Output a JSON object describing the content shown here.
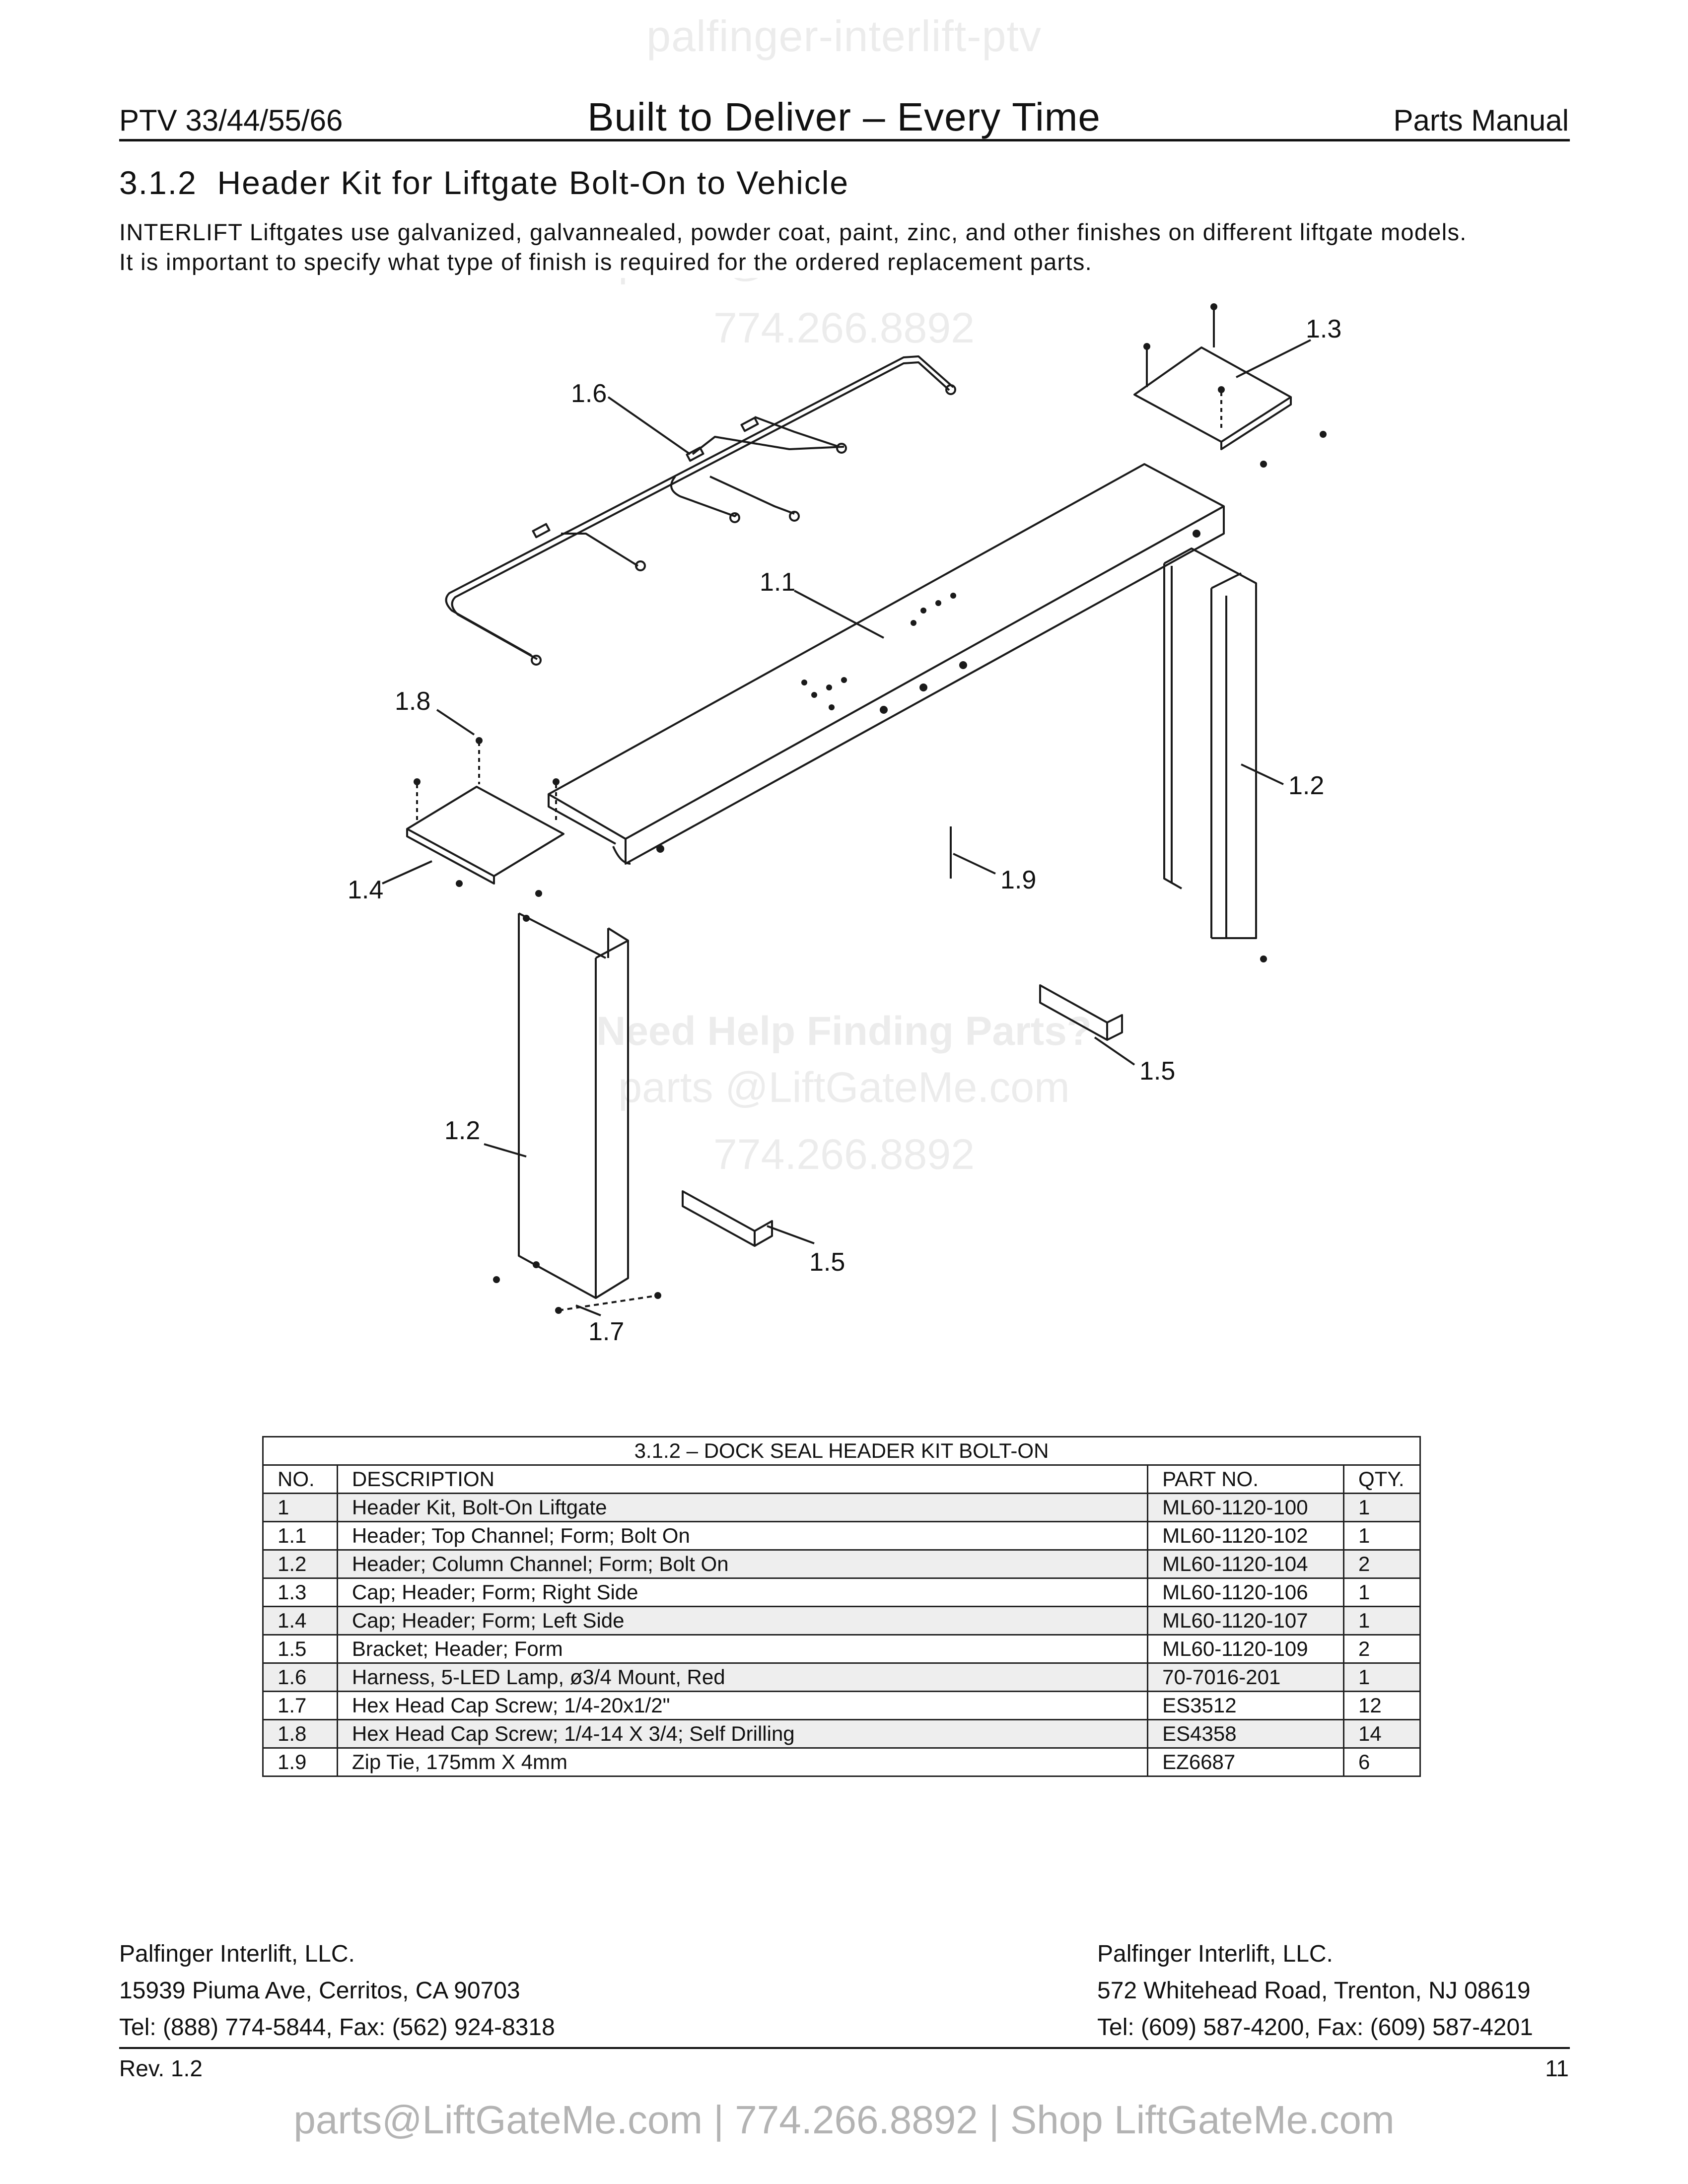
{
  "watermark": {
    "top_text": "palfinger-interlift-ptv",
    "help_line": "Need Help Finding Parts?",
    "email_line": "parts @LiftGateMe.com",
    "phone_line": "774.266.8892"
  },
  "header": {
    "model": "PTV 33/44/55/66",
    "slogan": "Built to Deliver – Every Time",
    "doc_type": "Parts Manual"
  },
  "section": {
    "number": "3.1.2",
    "title": "Header Kit for Liftgate Bolt-On to Vehicle",
    "intro_line1": "INTERLIFT Liftgates use galvanized, galvannealed, powder coat, paint, zinc, and other finishes on different liftgate models.",
    "intro_line2": "It is important to specify what type of finish is required for the ordered replacement parts."
  },
  "diagram": {
    "callouts": {
      "c1_1": "1.1",
      "c1_2a": "1.2",
      "c1_2b": "1.2",
      "c1_3": "1.3",
      "c1_4": "1.4",
      "c1_5a": "1.5",
      "c1_5b": "1.5",
      "c1_6": "1.6",
      "c1_7": "1.7",
      "c1_8": "1.8",
      "c1_9": "1.9"
    }
  },
  "parts_table": {
    "caption": "3.1.2 – DOCK SEAL HEADER KIT BOLT-ON",
    "headers": {
      "no": "NO.",
      "description": "DESCRIPTION",
      "part_no": "PART NO.",
      "qty": "QTY."
    },
    "rows": [
      {
        "no": "1",
        "description": "Header Kit, Bolt-On Liftgate",
        "part_no": "ML60-1120-100",
        "qty": "1"
      },
      {
        "no": "1.1",
        "description": "Header; Top Channel; Form; Bolt On",
        "part_no": "ML60-1120-102",
        "qty": "1"
      },
      {
        "no": "1.2",
        "description": "Header; Column Channel; Form; Bolt On",
        "part_no": "ML60-1120-104",
        "qty": "2"
      },
      {
        "no": "1.3",
        "description": "Cap; Header; Form; Right Side",
        "part_no": "ML60-1120-106",
        "qty": "1"
      },
      {
        "no": "1.4",
        "description": "Cap; Header; Form; Left Side",
        "part_no": "ML60-1120-107",
        "qty": "1"
      },
      {
        "no": "1.5",
        "description": "Bracket; Header; Form",
        "part_no": "ML60-1120-109",
        "qty": "2"
      },
      {
        "no": "1.6",
        "description": "Harness, 5-LED Lamp, ø3/4 Mount, Red",
        "part_no": "70-7016-201",
        "qty": "1"
      },
      {
        "no": "1.7",
        "description": "Hex Head Cap Screw; 1/4-20x1/2\"",
        "part_no": "ES3512",
        "qty": "12"
      },
      {
        "no": "1.8",
        "description": "Hex Head Cap Screw; 1/4-14 X 3/4; Self Drilling",
        "part_no": "ES4358",
        "qty": "14"
      },
      {
        "no": "1.9",
        "description": "Zip Tie, 175mm X 4mm",
        "part_no": "EZ6687",
        "qty": "6"
      }
    ]
  },
  "footer": {
    "left_company": "Palfinger Interlift, LLC.",
    "left_address": "15939 Piuma Ave, Cerritos, CA 90703",
    "left_phone": "Tel: (888) 774-5844, Fax: (562) 924-8318",
    "right_company": "Palfinger Interlift, LLC.",
    "right_address": "572 Whitehead Road, Trenton, NJ 08619",
    "right_phone": "Tel: (609) 587-4200, Fax: (609) 587-4201",
    "revision": "Rev. 1.2",
    "page_number": "11"
  },
  "contact_bar": "parts@LiftGateMe.com | 774.266.8892 | Shop LiftGateMe.com"
}
